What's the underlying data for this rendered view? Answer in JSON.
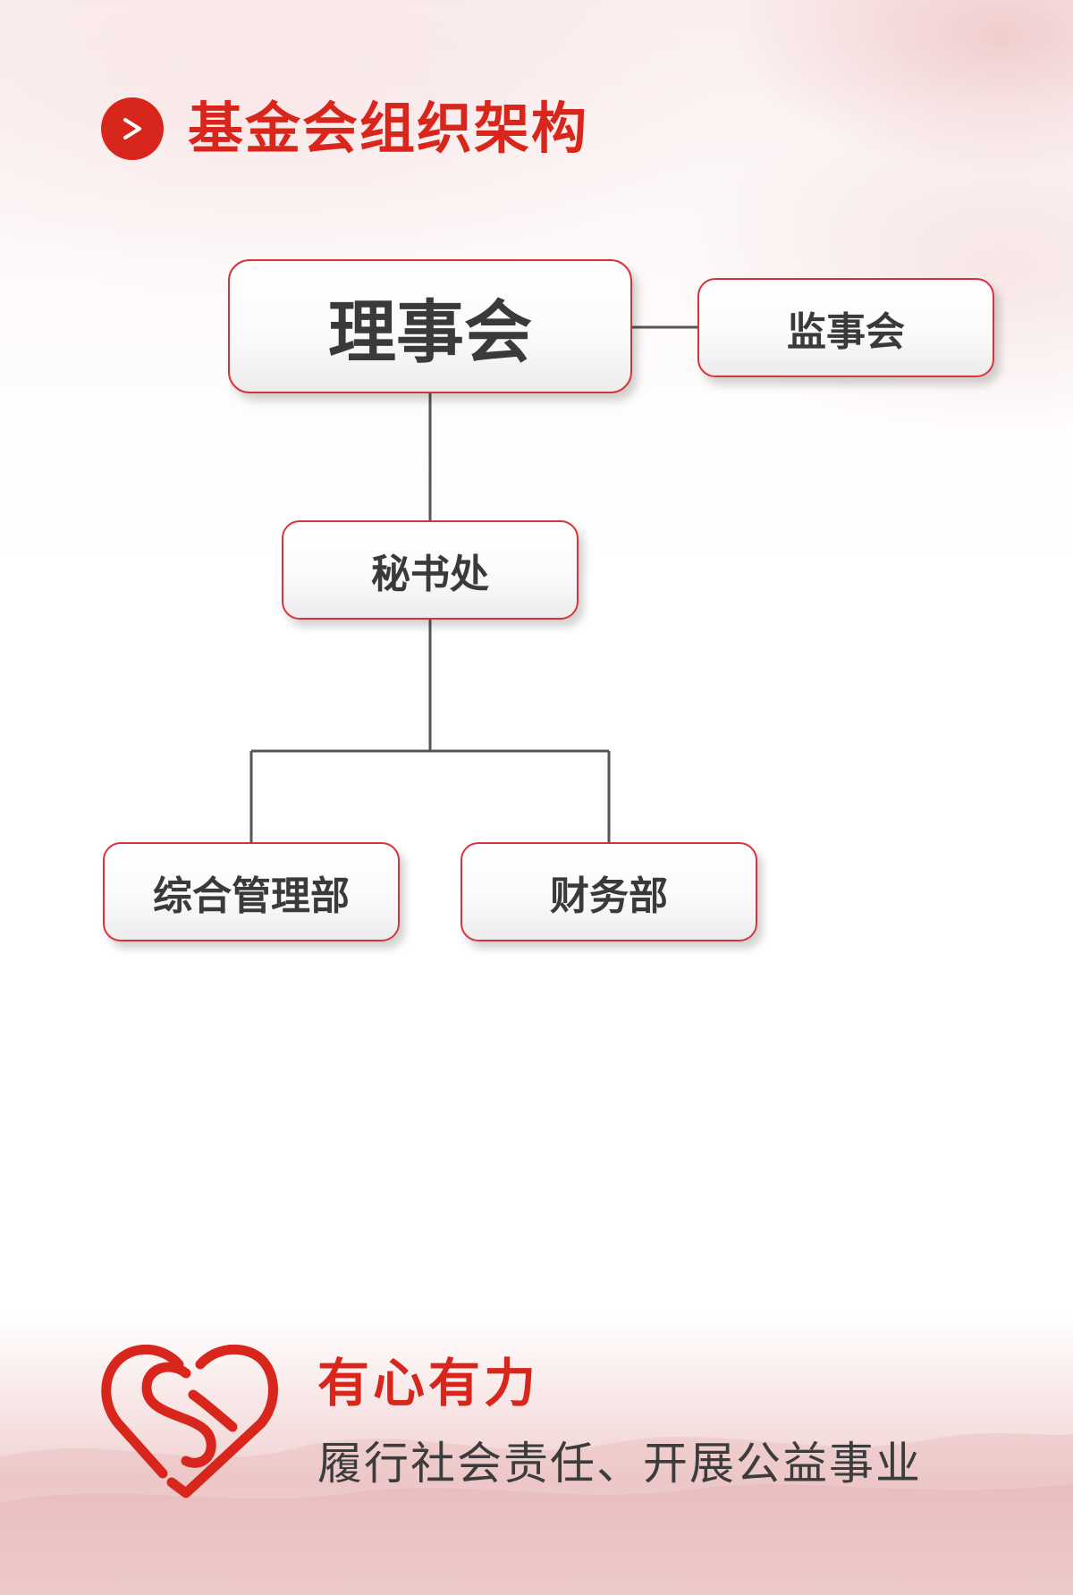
{
  "header": {
    "badge_icon": "chevron-right-icon",
    "title": "基金会组织架构"
  },
  "org_chart": {
    "board": "理事会",
    "supervisors": "监事会",
    "secretariat": "秘书处",
    "departments": [
      "综合管理部",
      "财务部"
    ]
  },
  "footer": {
    "logo_icon": "heart-logo-icon",
    "slogan": "有心有力",
    "subtitle": "履行社会责任、开展公益事业"
  },
  "colors": {
    "accent": "#d8261c",
    "box_border": "#d9333a",
    "connector": "#555555",
    "text_dark": "#3a3a3a"
  }
}
